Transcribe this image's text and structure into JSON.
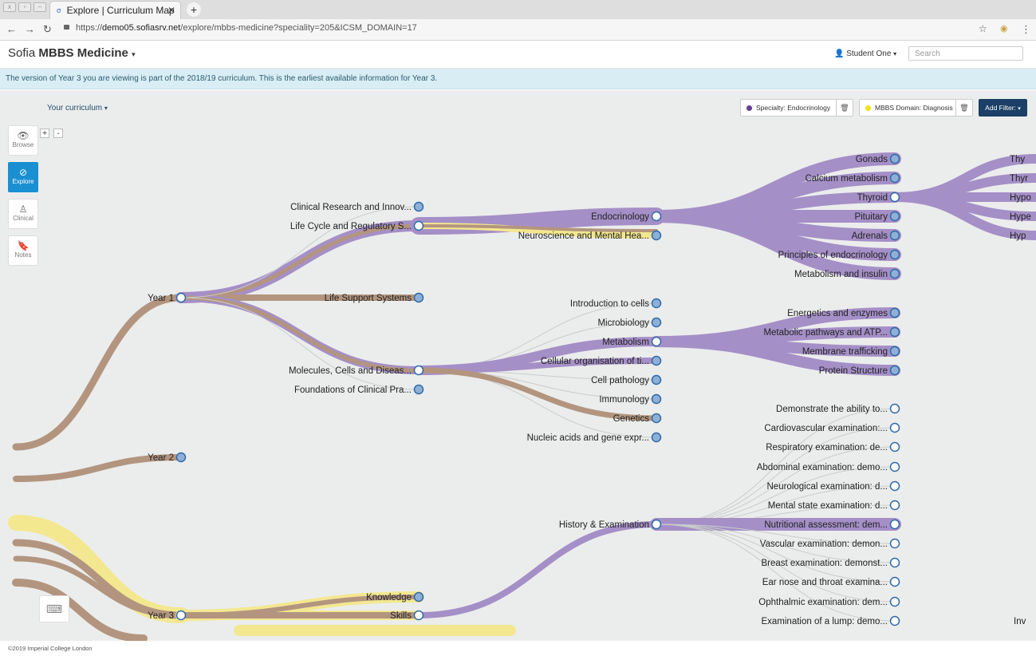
{
  "browser": {
    "tab_title": "Explore | Curriculum Map",
    "url_prefix": "https://",
    "url_host": "demo05.sofiasrv.net",
    "url_path": "/explore/mbbs-medicine?speciality=205&ICSM_DOMAIN=17"
  },
  "header": {
    "brand_light": "Sofia",
    "brand_bold": "MBBS Medicine",
    "user": "Student One",
    "search_placeholder": "Search"
  },
  "banner": "The version of Year 3 you are viewing is part of the 2018/19 curriculum. This is the earliest available information for Year 3.",
  "toolbar": {
    "your_curriculum": "Your curriculum",
    "filters": [
      {
        "label": "Specialty: Endocrinology",
        "color": "#6a3f92"
      },
      {
        "label": "MBBS Domain: Diagnosis",
        "color": "#f2df1c"
      }
    ],
    "add_filter": "Add Filter:"
  },
  "sidebar": [
    {
      "label": "Browse",
      "icon": "eye-icon",
      "active": false
    },
    {
      "label": "Explore",
      "icon": "compass-icon",
      "active": true
    },
    {
      "label": "Clinical",
      "icon": "user-icon",
      "active": false
    },
    {
      "label": "Notes",
      "icon": "bookmark-icon",
      "active": false
    }
  ],
  "zoom": {
    "in": "+",
    "out": "-"
  },
  "colors": {
    "purple": "#a58fc7",
    "tan": "#b3957f",
    "yellow": "#f3e890",
    "node_fill": "#8fb0d6",
    "node_stroke": "#2f6aa8"
  },
  "tree": {
    "years": [
      "Year 1",
      "Year 2",
      "Year 3"
    ],
    "year1_children": [
      "Clinical Research and Innov...",
      "Life Cycle and Regulatory S...",
      "Life Support Systems",
      "Molecules, Cells and Diseas...",
      "Foundations of Clinical Pra..."
    ],
    "lifecycle_children": [
      "Endocrinology",
      "Neuroscience and Mental Hea..."
    ],
    "endocrinology_children": [
      "Gonads",
      "Calcium metabolism",
      "Thyroid",
      "Pituitary",
      "Adrenals",
      "Principles of endocrinology",
      "Metabolism and insulin"
    ],
    "thyroid_children": [
      "Thy",
      "Thyr",
      "Hypo",
      "Hype",
      "Hyp"
    ],
    "molecules_children": [
      "Introduction to cells",
      "Microbiology",
      "Metabolism",
      "Cellular organisation of ti...",
      "Cell pathology",
      "Immunology",
      "Genetics",
      "Nucleic acids and gene expr..."
    ],
    "metabolism_children": [
      "Energetics and enzymes",
      "Metabolic pathways and ATP...",
      "Membrane trafficking",
      "Protein Structure"
    ],
    "year3_children": [
      "Knowledge",
      "Skills"
    ],
    "skills_children": [
      "History & Examination"
    ],
    "history_children": [
      "Demonstrate the ability to...",
      "Cardiovascular examination:...",
      "Respiratory examination: de...",
      "Abdominal examination: demo...",
      "Neurological examination: d...",
      "Mental state examination: d...",
      "Nutritional assessment: dem...",
      "Vascular examination: demon...",
      "Breast examination: demonst...",
      "Ear nose and throat examina...",
      "Ophthalmic examination: dem...",
      "Examination of a lump: demo..."
    ],
    "offscreen_right": "Inv"
  },
  "footer": "©2019 Imperial College London"
}
